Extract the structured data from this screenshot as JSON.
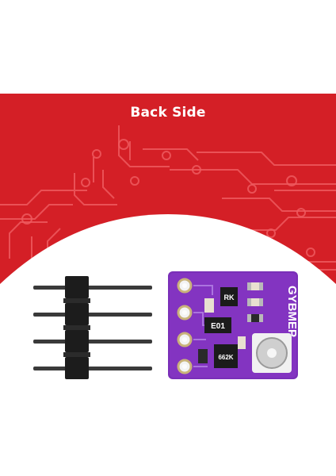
{
  "banner": {
    "title": "Back Side",
    "color": "#d41f26"
  },
  "board": {
    "silkscreen_brand": "GYBMEP",
    "chip_marking": "E01",
    "component_marking_1": "RK",
    "component_marking_2": "662K",
    "pcb_color": "#7a2fb8"
  }
}
